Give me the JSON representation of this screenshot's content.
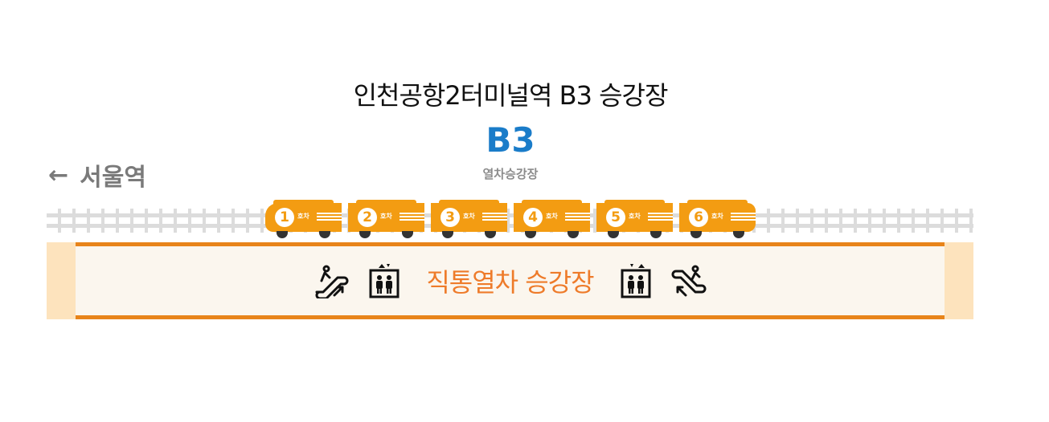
{
  "header": {
    "title": "인천공항2터미널역  B3 승강장",
    "floor_code": "B3",
    "floor_label": "열차승강장"
  },
  "direction": {
    "arrow": "←",
    "destination": "서울역"
  },
  "train": {
    "car_suffix": "호차",
    "cars": [
      {
        "number": "1"
      },
      {
        "number": "2"
      },
      {
        "number": "3"
      },
      {
        "number": "4"
      },
      {
        "number": "5"
      },
      {
        "number": "6"
      }
    ]
  },
  "platform": {
    "label": "직통열차 승강장",
    "icons": [
      "escalator-up-icon",
      "elevator-icon",
      "elevator-icon",
      "escalator-down-icon"
    ]
  },
  "colors": {
    "title": "#111111",
    "floor_code": "#1a7cc9",
    "floor_label": "#8c8c8c",
    "direction": "#7a7a7a",
    "train": "#f39c12",
    "platform_border": "#e8841a",
    "platform_fill": "#fbf6ee",
    "platform_edge": "#fde3bd",
    "platform_label": "#ee7b2a",
    "track": "#dcdcdc"
  }
}
